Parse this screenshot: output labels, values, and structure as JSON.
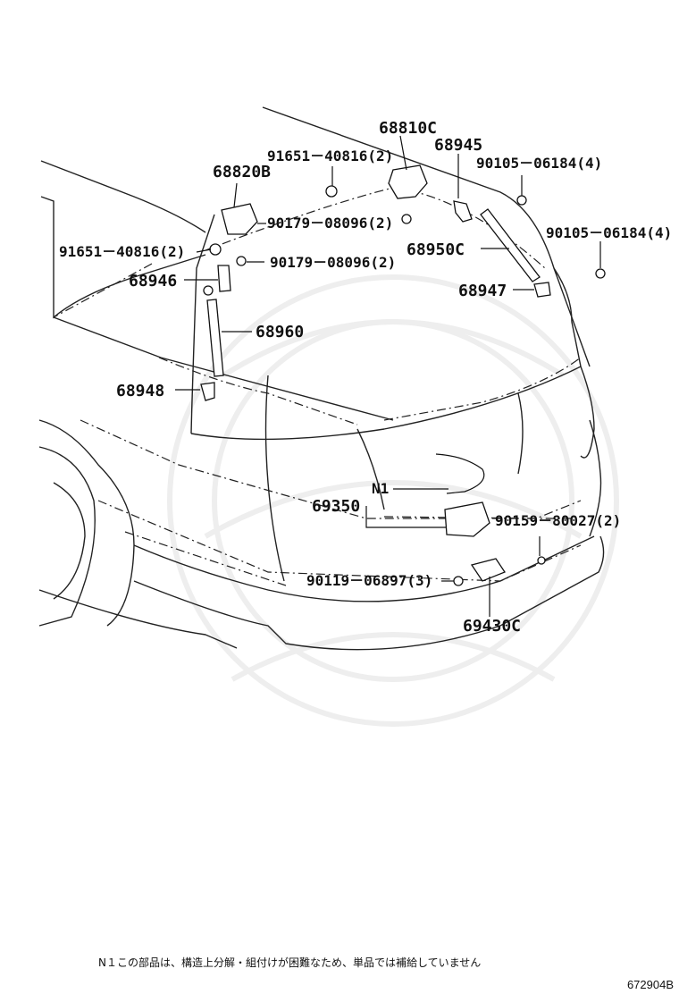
{
  "labels": {
    "p68810C": "68810C",
    "p68945": "68945",
    "p91651a": "91651－40816(2)",
    "p90105a": "90105－06184(4)",
    "p68820B": "68820B",
    "p90179a": "90179－08096(2)",
    "p68950C": "68950C",
    "p90105b": "90105－06184(4)",
    "p91651b": "91651－40816(2)",
    "p90179b": "90179－08096(2)",
    "p68946": "68946",
    "p68947": "68947",
    "p68960": "68960",
    "p68948": "68948",
    "n1": "N1",
    "p69350": "69350",
    "p90159": "90159－80027(2)",
    "p90119": "90119－06897(3)",
    "p69430C": "69430C"
  },
  "footnote": "N１この部品は、構造上分解・組付けが困難なため、単品では補給していません",
  "diagram_code": "672904B"
}
